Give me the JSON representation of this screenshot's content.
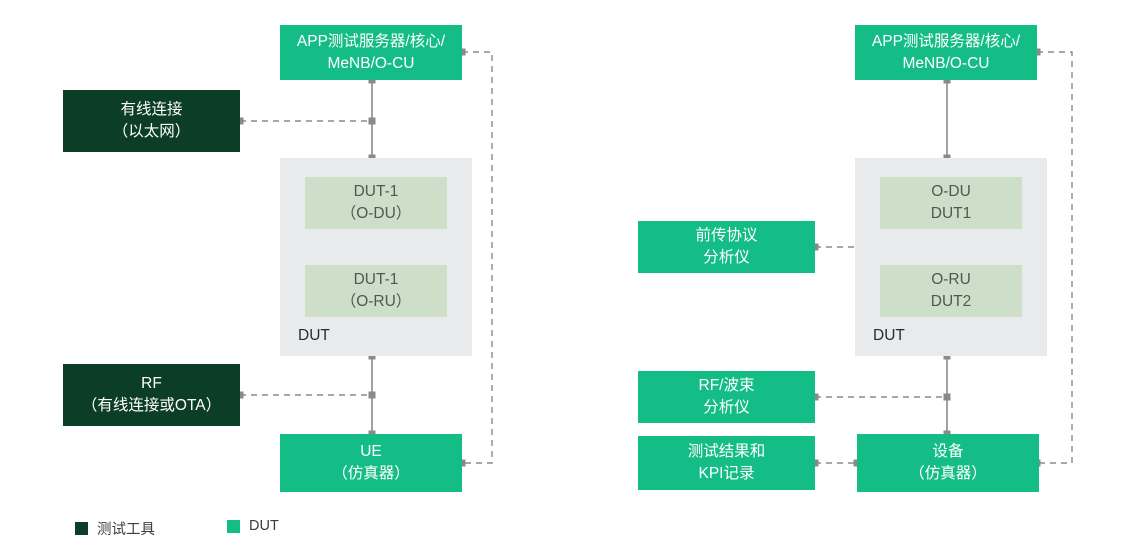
{
  "diagram": {
    "title_text": "",
    "colors": {
      "dut_green": "#15bd86",
      "test_tool_dark_green": "#0c3d26",
      "dut_inner": "#cddfc8",
      "dut_container": "#e9eaeb",
      "wire": "#8a8a8a"
    },
    "left_panel": {
      "app_server": "APP测试服务器/核心/\nMeNB/O-CU",
      "wired_connection": "有线连接\n（以太网）",
      "dut_container_label": "DUT",
      "dut_inner_top": "DUT-1\n（O-DU）",
      "dut_inner_bottom": "DUT-1\n（O-RU）",
      "rf_box": "RF\n（有线连接或OTA）",
      "ue_box": "UE\n（仿真器）"
    },
    "right_panel": {
      "app_server": "APP测试服务器/核心/\nMeNB/O-CU",
      "fronthaul_analyzer": "前传协议\n分析仪",
      "dut_container_label": "DUT",
      "dut_inner_top": "O-DU\nDUT1",
      "dut_inner_bottom": "O-RU\nDUT2",
      "rf_beam_analyzer": "RF/波束\n分析仪",
      "kpi_log": "测试结果和\nKPI记录",
      "device_box": "设备\n（仿真器）"
    },
    "legend": [
      {
        "label": "测试工具",
        "color": "#0c3d26",
        "name": "test-tool"
      },
      {
        "label": "DUT",
        "color": "#15bd86",
        "name": "dut"
      }
    ]
  }
}
